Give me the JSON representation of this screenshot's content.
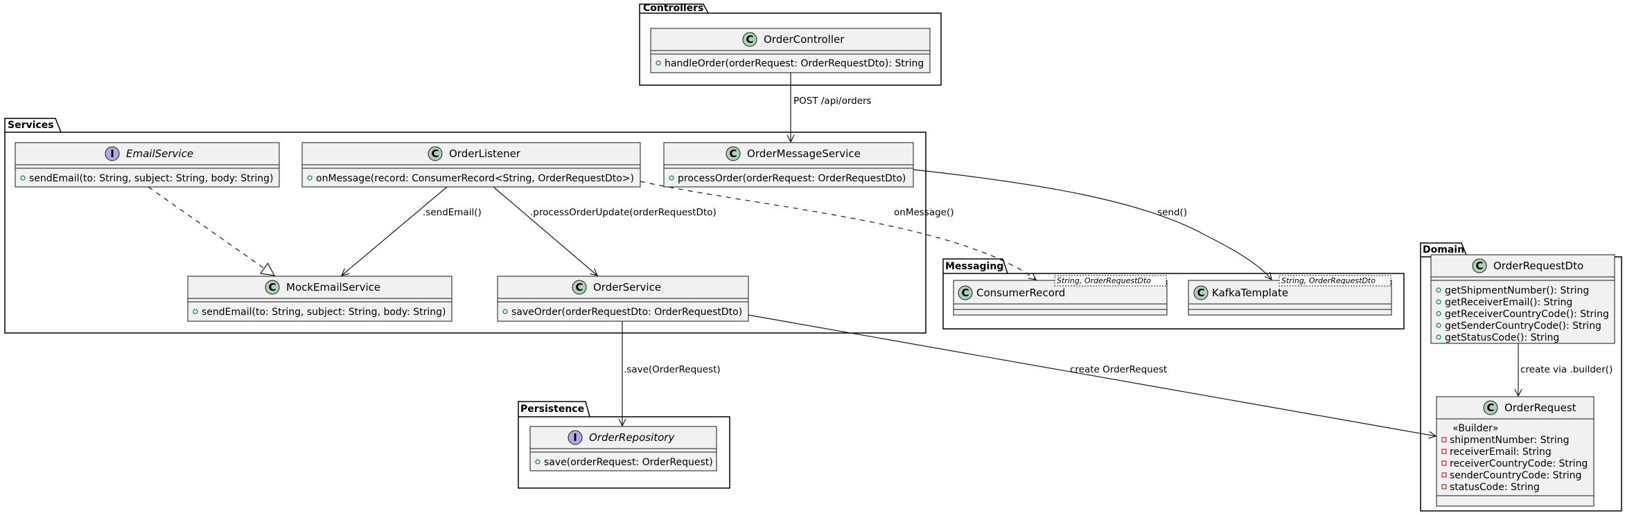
{
  "packages": {
    "controllers": "Controllers",
    "services": "Services",
    "messaging": "Messaging",
    "persistence": "Persistence",
    "domain": "Domain"
  },
  "classes": {
    "order_controller": {
      "kind": "C",
      "name": "OrderController",
      "members": [
        "handleOrder(orderRequest: OrderRequestDto): String"
      ],
      "visibility": [
        "+"
      ]
    },
    "email_service": {
      "kind": "I",
      "name": "EmailService",
      "members": [
        "sendEmail(to: String, subject: String, body: String)"
      ],
      "visibility": [
        "+"
      ]
    },
    "order_listener": {
      "kind": "C",
      "name": "OrderListener",
      "members": [
        "onMessage(record: ConsumerRecord<String, OrderRequestDto>)"
      ],
      "visibility": [
        "+"
      ]
    },
    "order_message_service": {
      "kind": "C",
      "name": "OrderMessageService",
      "members": [
        "processOrder(orderRequest: OrderRequestDto)"
      ],
      "visibility": [
        "+"
      ]
    },
    "mock_email_service": {
      "kind": "C",
      "name": "MockEmailService",
      "members": [
        "sendEmail(to: String, subject: String, body: String)"
      ],
      "visibility": [
        "+"
      ]
    },
    "order_service": {
      "kind": "C",
      "name": "OrderService",
      "members": [
        "saveOrder(orderRequestDto: OrderRequestDto)"
      ],
      "visibility": [
        "+"
      ]
    },
    "consumer_record": {
      "kind": "C",
      "name": "ConsumerRecord",
      "type_params": "String, OrderRequestDto"
    },
    "kafka_template": {
      "kind": "C",
      "name": "KafkaTemplate",
      "type_params": "String, OrderRequestDto"
    },
    "order_repository": {
      "kind": "I",
      "name": "OrderRepository",
      "members": [
        "save(orderRequest: OrderRequest)"
      ],
      "visibility": [
        "+"
      ]
    },
    "order_request_dto": {
      "kind": "C",
      "name": "OrderRequestDto",
      "members": [
        "getShipmentNumber(): String",
        "getReceiverEmail(): String",
        "getReceiverCountryCode(): String",
        "getSenderCountryCode(): String",
        "getStatusCode(): String"
      ],
      "visibility": [
        "+",
        "+",
        "+",
        "+",
        "+"
      ]
    },
    "order_request": {
      "kind": "C",
      "name": "OrderRequest",
      "stereotype": "«Builder»",
      "members": [
        "shipmentNumber: String",
        "receiverEmail: String",
        "receiverCountryCode: String",
        "senderCountryCode: String",
        "statusCode: String"
      ],
      "visibility": [
        "-",
        "-",
        "-",
        "-",
        "-"
      ]
    }
  },
  "edges": {
    "post_orders": "POST /api/orders",
    "send_email": ".sendEmail()",
    "process_order_update": ".processOrderUpdate(orderRequestDto)",
    "on_message": "onMessage()",
    "send": "send()",
    "save_order_request": ".save(OrderRequest)",
    "create_order_request": "create OrderRequest",
    "create_via_builder": "create via .builder()"
  },
  "colors": {
    "class_fill": "#f1f1f1",
    "class_border": "#181818",
    "class_badge": "#add1b2",
    "interface_badge": "#b4a7e5",
    "package_border": "#000000",
    "edge": "#181818"
  }
}
